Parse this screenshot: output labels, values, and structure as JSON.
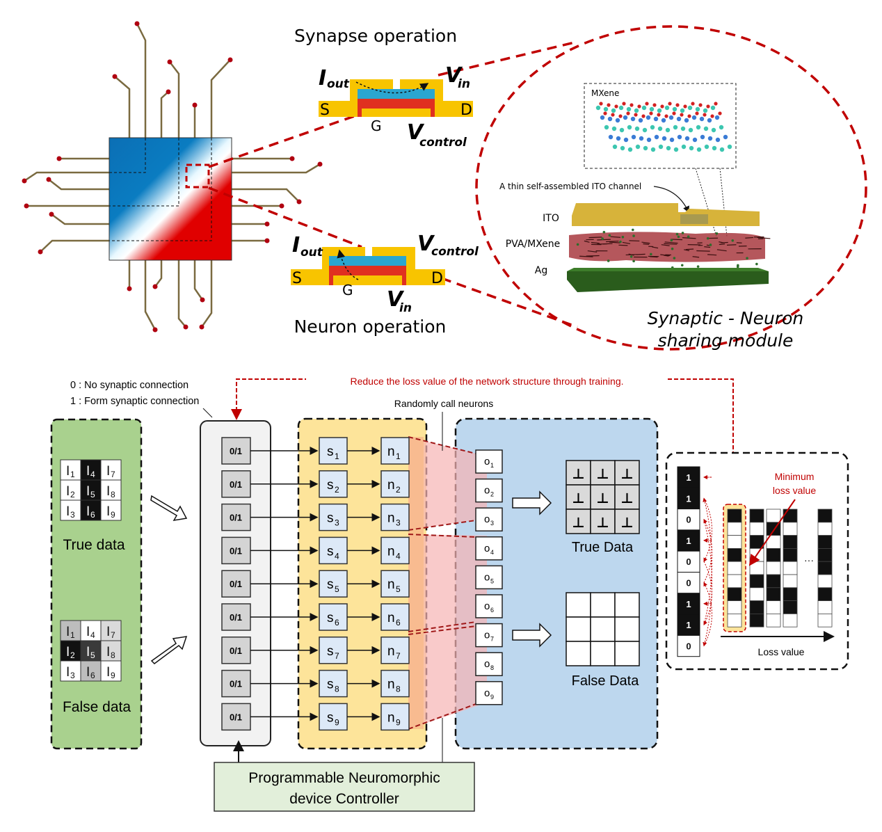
{
  "top": {
    "synapse_title": "Synapse operation",
    "neuron_title": "Neuron operation",
    "synapse_device": {
      "i_label": "I",
      "i_sub": "out",
      "v_in": "V",
      "v_in_sub": "in",
      "v_ctrl": "V",
      "v_ctrl_sub": "control",
      "s": "S",
      "d": "D",
      "g": "G"
    },
    "neuron_device": {
      "i_label": "I",
      "i_sub": "out",
      "v_ctrl": "V",
      "v_ctrl_sub": "control",
      "v_in": "V",
      "v_in_sub": "in",
      "s": "S",
      "d": "D",
      "g": "G"
    },
    "module": {
      "mxene_label": "MXene",
      "channel_label": "A thin self-assembled ITO channel",
      "layers": [
        "ITO",
        "PVA/MXene",
        "Ag"
      ],
      "title_line1": "Synaptic - Neuron",
      "title_line2": "sharing module"
    }
  },
  "bottom": {
    "legend": [
      "0 : No synaptic connection",
      "1 : Form synaptic connection"
    ],
    "feedback_text": "Reduce the loss value of the network structure through training.",
    "random_label": "Randomly call neurons",
    "input": {
      "true_label": "True data",
      "false_label": "False data",
      "cells": [
        "I1",
        "I4",
        "I7",
        "I2",
        "I5",
        "I8",
        "I3",
        "I6",
        "I9"
      ],
      "cell_base": [
        "I",
        "I",
        "I",
        "I",
        "I",
        "I",
        "I",
        "I",
        "I"
      ],
      "cell_sub": [
        "1",
        "4",
        "7",
        "2",
        "5",
        "8",
        "3",
        "6",
        "9"
      ],
      "true_shades": [
        "#ffffff",
        "#111111",
        "#ffffff",
        "#ffffff",
        "#111111",
        "#ffffff",
        "#ffffff",
        "#111111",
        "#ffffff"
      ],
      "false_shades": [
        "#bdbdbd",
        "#ffffff",
        "#dadada",
        "#111111",
        "#3a3a3a",
        "#dadada",
        "#ffffff",
        "#bdbdbd",
        "#ffffff"
      ]
    },
    "switch_label": "0/1",
    "synapses": [
      "1",
      "2",
      "3",
      "4",
      "5",
      "6",
      "7",
      "8",
      "9"
    ],
    "outputs": [
      "1",
      "2",
      "3",
      "4",
      "5",
      "6",
      "7",
      "8",
      "9"
    ],
    "true_out_label": "True Data",
    "false_out_label": "False Data",
    "true_out_glyph": "⊥",
    "controller": [
      "Programmable Neuromorphic",
      "device Controller"
    ],
    "loss": {
      "bits": [
        "1",
        "1",
        "0",
        "1",
        "0",
        "0",
        "1",
        "1",
        "0"
      ],
      "min_label": [
        "Minimum",
        "loss value"
      ],
      "axis_label": "Loss value",
      "ellipsis": "···",
      "columns": [
        [
          1,
          0,
          0,
          1,
          0,
          0,
          1,
          0,
          0
        ],
        [
          1,
          0,
          1,
          0,
          0,
          1,
          0,
          1,
          1
        ],
        [
          0,
          1,
          0,
          1,
          0,
          1,
          1,
          0,
          0
        ],
        [
          1,
          0,
          1,
          1,
          0,
          0,
          1,
          1,
          0
        ],
        [
          1,
          0,
          1,
          1,
          1,
          0,
          1,
          0,
          0
        ]
      ]
    }
  },
  "colors": {
    "red": "#c00000",
    "gold": "#f8c400",
    "blue_layer": "#2aa6d0",
    "red_layer": "#e03020",
    "wire": "#7a6a40",
    "green_panel": "#a9d18e",
    "yellow_panel": "#fde49a",
    "blue_panel": "#bdd7ee",
    "node": "#dde9f7"
  }
}
